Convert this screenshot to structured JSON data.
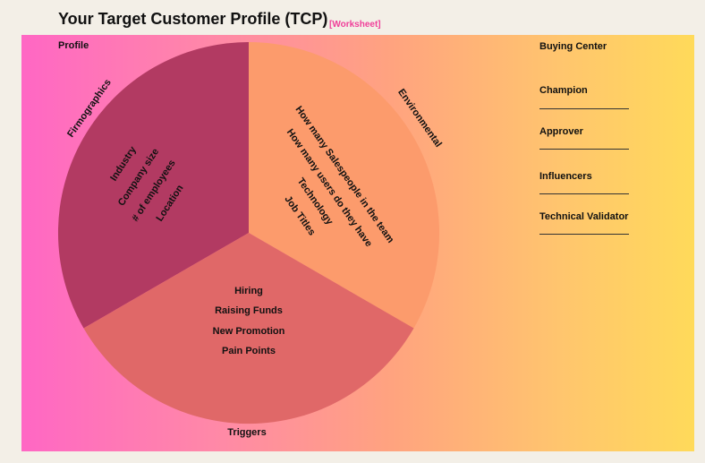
{
  "title": "Your Target Customer Profile (TCP)",
  "tag": "[Worksheet]",
  "profile_label": "Profile",
  "colors": {
    "firmographics": "#b23a62",
    "environmental": "#fc9b6c",
    "triggers": "#e06868"
  },
  "firmographics": {
    "label": "Firmographics",
    "items": [
      "Industry",
      "Company size",
      "# of employees",
      "Location"
    ]
  },
  "environmental": {
    "label": "Environmental",
    "items": [
      "How many Salespeople in the team",
      "How many users do they have",
      "Technology",
      "Job Titles"
    ]
  },
  "triggers": {
    "label": "Triggers",
    "items": [
      "Hiring",
      "Raising Funds",
      "New Promotion",
      "Pain Points"
    ]
  },
  "buying_center": {
    "title": "Buying Center",
    "roles": [
      "Champion",
      "Approver",
      "Influencers",
      "Technical Validator"
    ]
  }
}
